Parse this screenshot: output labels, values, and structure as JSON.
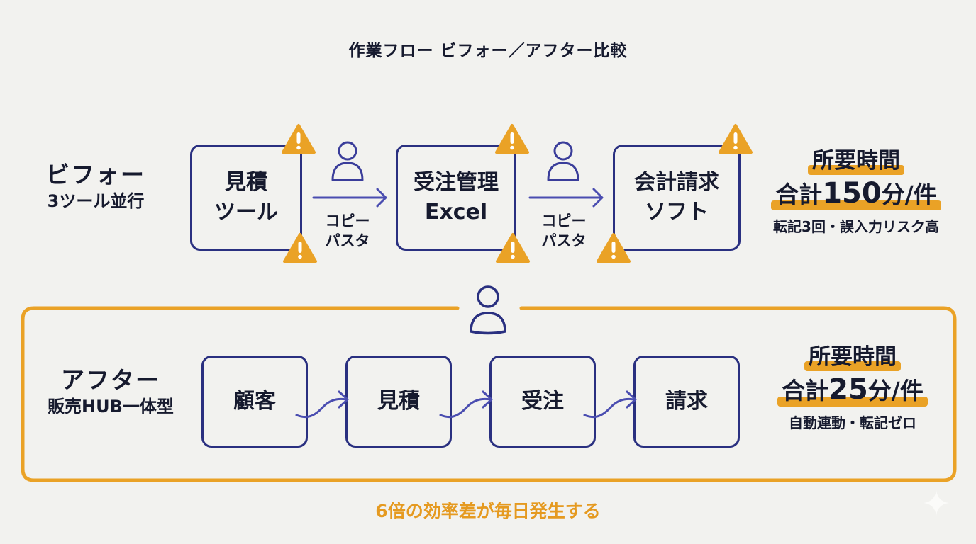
{
  "title": "作業フロー ビフォー／アフター比較",
  "colors": {
    "navy": "#2a3080",
    "arrow": "#4a4db0",
    "orange": "#eaa226",
    "text": "#161a2e",
    "background": "#f2f2ef"
  },
  "before": {
    "label": "ビフォー",
    "sublabel": "3ツール並行",
    "steps": [
      {
        "lines": [
          "見積",
          "ツール"
        ]
      },
      {
        "lines": [
          "受注管理",
          "Excel"
        ]
      },
      {
        "lines": [
          "会計請求",
          "ソフト"
        ]
      }
    ],
    "transfer": {
      "line1": "コピー",
      "line2": "パスタ",
      "icon": "person-icon"
    },
    "warning_icon": "warning-icon",
    "stat": {
      "heading": "所要時間",
      "prefix": "合計",
      "value": "150",
      "unit": "分/件",
      "note": "転記3回・誤入力リスク高"
    }
  },
  "after": {
    "label": "アフター",
    "sublabel": "販売HUB一体型",
    "operator_icon": "person-icon",
    "steps": [
      {
        "label": "顧客"
      },
      {
        "label": "見積"
      },
      {
        "label": "受注"
      },
      {
        "label": "請求"
      }
    ],
    "stat": {
      "heading": "所要時間",
      "prefix": "合計",
      "value": "25",
      "unit": "分/件",
      "note": "自動連動・転記ゼロ"
    }
  },
  "footer": "6倍の効率差が毎日発生する"
}
